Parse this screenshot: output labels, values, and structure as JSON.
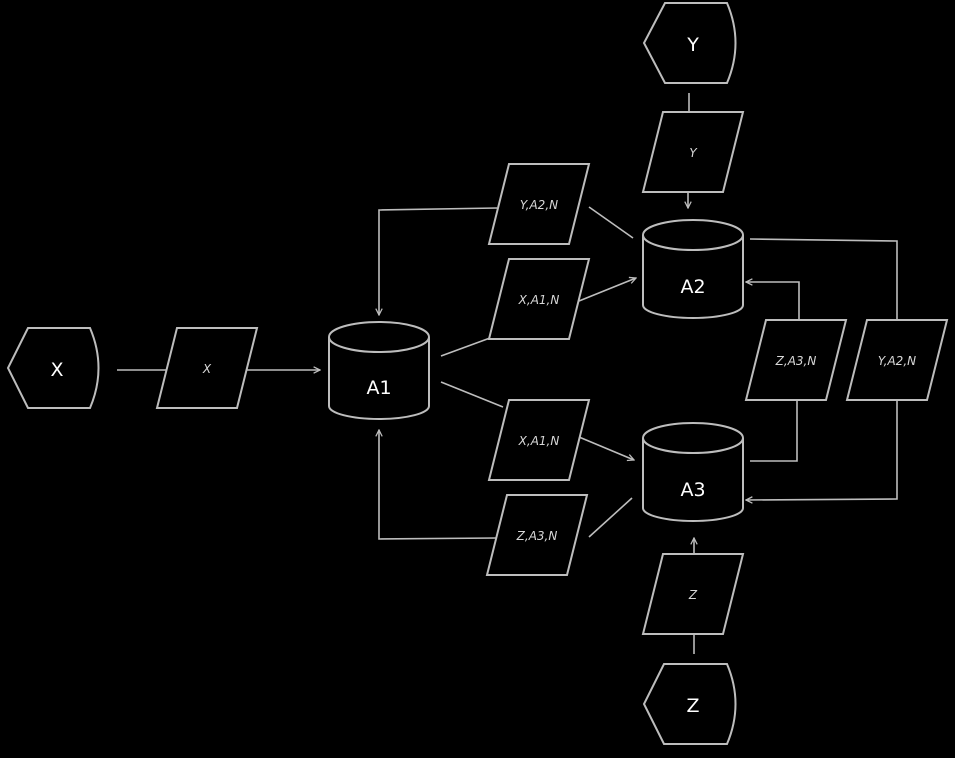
{
  "diagram": {
    "terminals": {
      "x": "X",
      "y": "Y",
      "z": "Z"
    },
    "databases": {
      "a1": "A1",
      "a2": "A2",
      "a3": "A3"
    },
    "data_flows": {
      "x_in": "X",
      "y_in": "Y",
      "z_in": "Z",
      "y_a2_n_top": "Y,A2,N",
      "x_a1_n_upper": "X,A1,N",
      "x_a1_n_lower": "X,A1,N",
      "z_a3_n_bottom": "Z,A3,N",
      "z_a3_n_right": "Z,A3,N",
      "y_a2_n_right": "Y,A2,N"
    }
  }
}
